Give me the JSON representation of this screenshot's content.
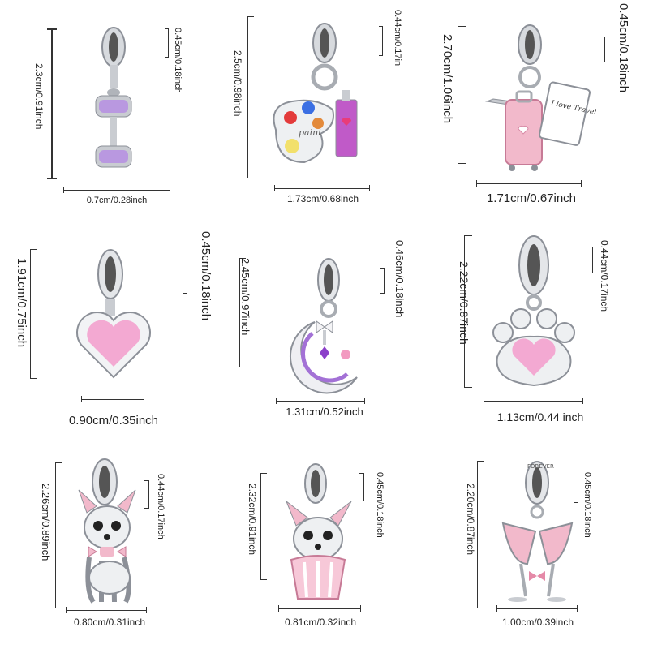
{
  "colors": {
    "silver": "#c9ccd1",
    "silver_dark": "#8c9098",
    "pink": "#f2b9cb",
    "pink_dark": "#e58aa8",
    "purple": "#a371d6",
    "line": "#333333"
  },
  "charms": [
    {
      "name": "dumbbell",
      "height_label": "2.3cm/0.91inch",
      "bail_label": "0.45cm/0.18inch",
      "width_label": "0.7cm/0.28inch"
    },
    {
      "name": "paint-palette",
      "height_label": "2.5cm/0.98inch",
      "bail_label": "0.44cm/0.17in",
      "width_label": "1.73cm/0.68inch",
      "charm_text": "paint"
    },
    {
      "name": "suitcase-travel",
      "height_label": "2.70cm/1.06inch",
      "bail_label": "0.45cm/0.18inch",
      "width_label": "1.71cm/0.67inch",
      "charm_text": "I love Travel"
    },
    {
      "name": "pink-heart",
      "height_label": "1.91cm/0.75inch",
      "bail_label": "0.45cm/0.18inch",
      "width_label": "0.90cm/0.35inch"
    },
    {
      "name": "moon-bow",
      "height_label": "2.45cm/0.97inch",
      "bail_label": "0.46cm/0.18inch",
      "width_label": "1.31cm/0.52inch"
    },
    {
      "name": "paw-print",
      "height_label": "2.22cm/0.87inch",
      "bail_label": "0.44cm/0.17inch",
      "width_label": "1.13cm/0.44 inch"
    },
    {
      "name": "chihuahua",
      "height_label": "2.26cm/0.89inch",
      "bail_label": "0.44cm/0.17inch",
      "width_label": "0.80cm/0.31inch"
    },
    {
      "name": "chihuahua-cupcake",
      "height_label": "2.32cm/0.91inch",
      "bail_label": "0.45cm/0.18inch",
      "width_label": "0.81cm/0.32inch"
    },
    {
      "name": "champagne-glasses",
      "height_label": "2.20cm/0.87inch",
      "bail_label": "0.45cm/0.18inch",
      "width_label": "1.00cm/0.39inch",
      "charm_text": "FOREVER"
    }
  ]
}
